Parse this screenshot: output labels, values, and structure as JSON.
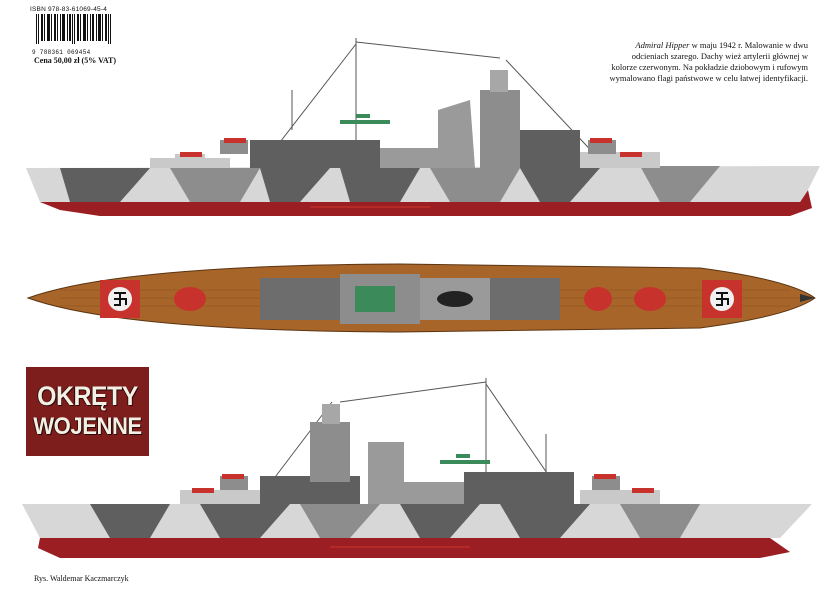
{
  "isbn": "ISBN 978-83-61069-45-4",
  "barcode_number": "9 788361 069454",
  "price": "Cena 50,00 zł (5% VAT)",
  "caption": {
    "ship_name": "Admiral Hipper",
    "text": " w maju 1942 r. Malowanie w dwu odcieniach szarego. Dachy wież artylerii głównej w kolorze czerwonym. Na pokładzie dziobowym i rufowym wymalowano flagi państwowe w celu łatwej identyfikacji."
  },
  "logo": {
    "line1": "OKRĘTY",
    "line2": "WOJENNE"
  },
  "credit": "Rys. Waldemar Kaczmarczyk",
  "colors": {
    "hull_red": "#9b1e22",
    "light_grey": "#d7d7d7",
    "dark_grey": "#5f5f60",
    "mid_grey": "#8d8d8e",
    "deck_wood": "#a8652a",
    "turret_red": "#c7322c",
    "logo_bg": "#7e1e1c"
  },
  "icons": [
    "barcode-icon",
    "swastika-flag-icon",
    "aircraft-icon"
  ]
}
